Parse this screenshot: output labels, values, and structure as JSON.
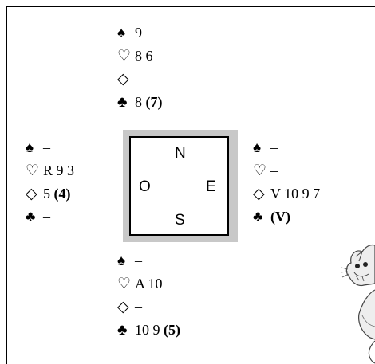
{
  "suits": {
    "spade": "♠",
    "heart": "♡",
    "diamond": "◇",
    "club": "♣"
  },
  "north": {
    "spades": {
      "text": "9",
      "bold": ""
    },
    "hearts": {
      "text": "8 6",
      "bold": ""
    },
    "diamonds": {
      "text": "–",
      "bold": ""
    },
    "clubs": {
      "text": "8 ",
      "bold": "(7)"
    }
  },
  "west": {
    "spades": {
      "text": "–",
      "bold": ""
    },
    "hearts": {
      "text": "R 9 3",
      "bold": ""
    },
    "diamonds": {
      "text": "5 ",
      "bold": "(4)"
    },
    "clubs": {
      "text": "–",
      "bold": ""
    }
  },
  "east": {
    "spades": {
      "text": "–",
      "bold": ""
    },
    "hearts": {
      "text": "–",
      "bold": ""
    },
    "diamonds": {
      "text": "V 10 9 7",
      "bold": ""
    },
    "clubs": {
      "text": "",
      "bold": "(V)"
    }
  },
  "south": {
    "spades": {
      "text": "–",
      "bold": ""
    },
    "hearts": {
      "text": "A 10",
      "bold": ""
    },
    "diamonds": {
      "text": "–",
      "bold": ""
    },
    "clubs": {
      "text": "10 9 ",
      "bold": "(5)"
    }
  },
  "compass": {
    "n": "N",
    "o": "O",
    "e": "E",
    "s": "S"
  }
}
